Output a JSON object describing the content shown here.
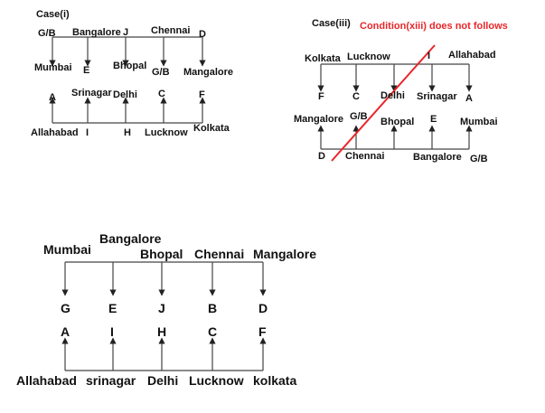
{
  "case1": {
    "title": "Case(i)",
    "top": [
      "G/B",
      "Bangalore",
      "J",
      "Chennai",
      "D"
    ],
    "row2": [
      "Mumbai",
      "E",
      "Bhopal",
      "G/B",
      "Mangalore"
    ],
    "row3": [
      "A",
      "Srinagar",
      "Delhi",
      "C",
      "F"
    ],
    "bottom": [
      "Allahabad",
      "I",
      "H",
      "Lucknow",
      "Kolkata"
    ]
  },
  "case3": {
    "title": "Case(iii)",
    "note": "Condition(xiii) does not follows",
    "note_color": "#e8262a",
    "top": [
      "Kolkata",
      "Lucknow",
      "I",
      "Allahabad"
    ],
    "row2": [
      "F",
      "C",
      "Delhi",
      "Srinagar",
      "A"
    ],
    "row3": [
      "Mangalore",
      "G/B",
      "Bhopal",
      "E",
      "Mumbai"
    ],
    "bottom": [
      "D",
      "Chennai",
      "Bangalore",
      "G/B"
    ]
  },
  "final": {
    "top": [
      "Mumbai",
      "Bangalore",
      "Bhopal",
      "Chennai",
      "Mangalore"
    ],
    "row2": [
      "G",
      "E",
      "J",
      "B",
      "D"
    ],
    "row3": [
      "A",
      "I",
      "H",
      "C",
      "F"
    ],
    "bottom": [
      "Allahabad",
      "srinagar",
      "Delhi",
      "Lucknow",
      "kolkata"
    ]
  }
}
